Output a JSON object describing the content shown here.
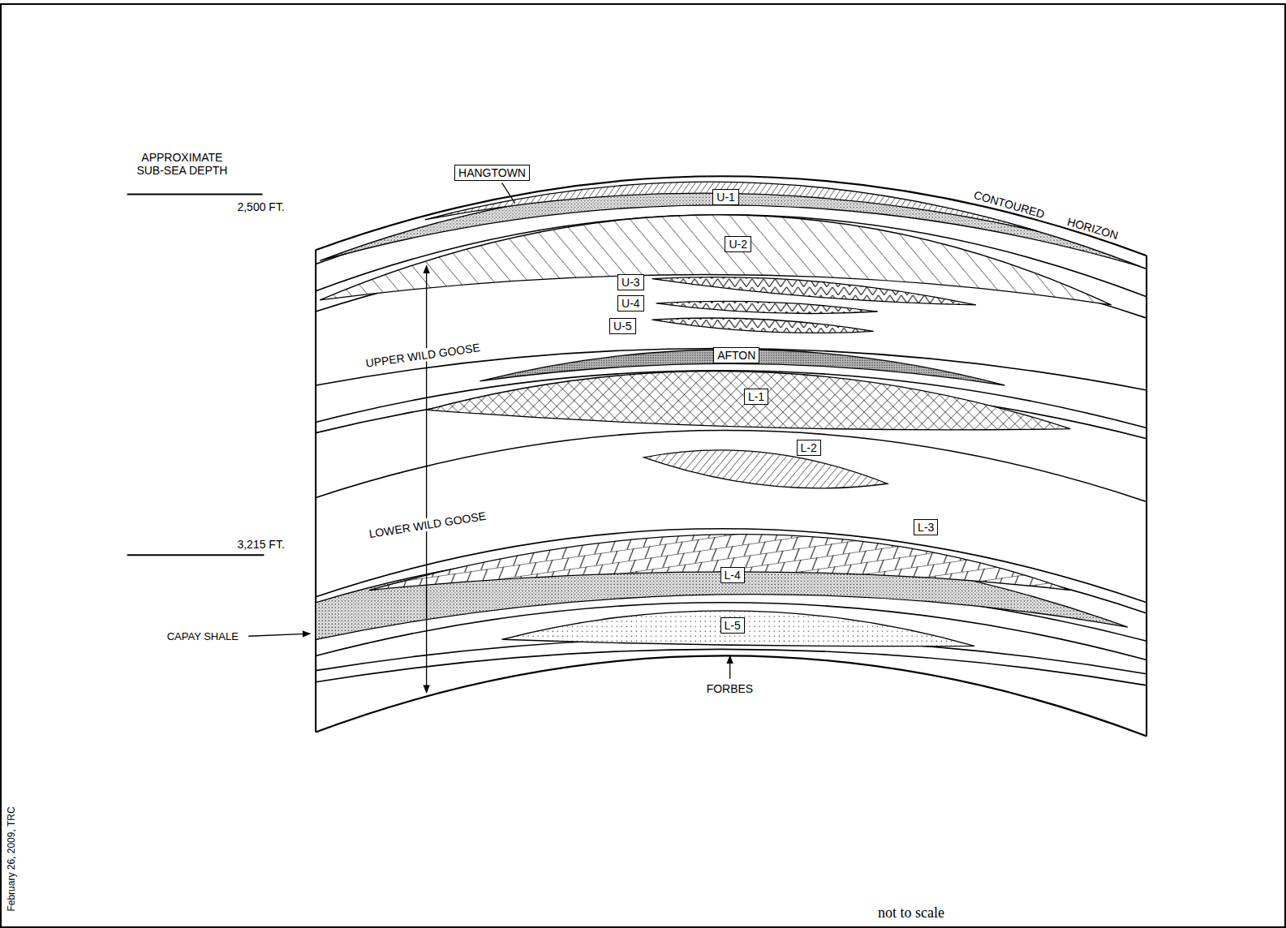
{
  "diagram": {
    "nodes": [
      {
        "text": [
          "HANGTOWN"
        ]
      },
      {
        "text": [
          "U-1"
        ]
      },
      {
        "text": [
          "U-2"
        ]
      },
      {
        "text": [
          "U-3"
        ]
      },
      {
        "text": [
          "U-4"
        ]
      },
      {
        "text": [
          "U-5"
        ]
      },
      {
        "text": [
          "AFTON"
        ]
      },
      {
        "text": [
          "L-1"
        ]
      },
      {
        "text": [
          "L-2"
        ]
      },
      {
        "text": [
          "L-3"
        ]
      },
      {
        "text": [
          "L-4"
        ]
      },
      {
        "text": [
          "L-5"
        ]
      }
    ],
    "labels": [
      "APPROXIMATE SUB-SEA DEPTH",
      "2,500 FT.",
      "CONTOURED HORIZON",
      "UPPER WILD GOOSE",
      "LOWER WILD GOOSE",
      "3,215 FT.",
      "CAPAY SHALE",
      "FORBES",
      "not to scale",
      "February 26, 2009, TRC"
    ]
  }
}
